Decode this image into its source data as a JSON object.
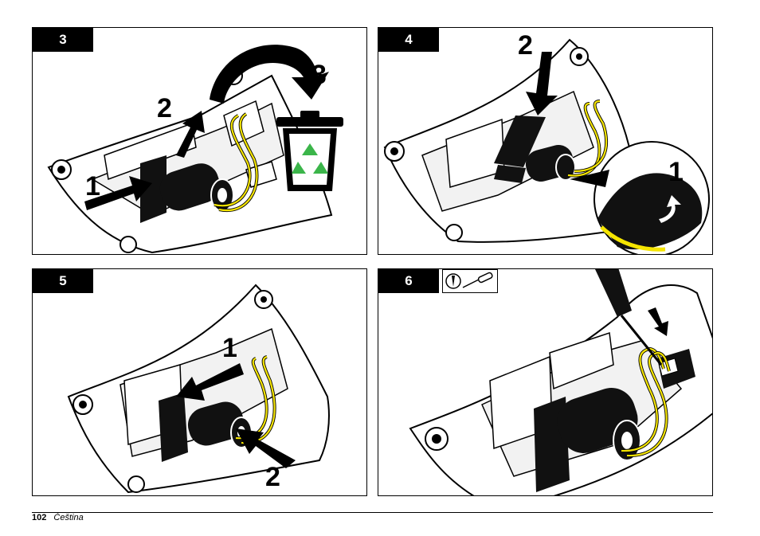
{
  "panels": [
    {
      "step": "3",
      "callouts": [
        "1",
        "2",
        "3"
      ]
    },
    {
      "step": "4",
      "callouts": [
        "2",
        "1"
      ]
    },
    {
      "step": "5",
      "callouts": [
        "1",
        "2"
      ]
    },
    {
      "step": "6",
      "callouts": []
    }
  ],
  "colors": {
    "wire": "#f5e500",
    "recycle": "#3bb54a",
    "ink": "#000000"
  },
  "icons": {
    "panel3": "recycle-bin-icon",
    "panel6": "screwdriver-icon"
  },
  "footer": {
    "page_number": "102",
    "language": "Čeština"
  }
}
